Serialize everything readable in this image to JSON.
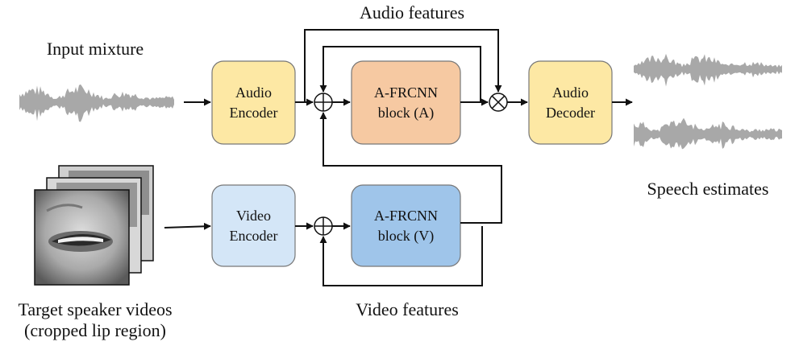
{
  "labels": {
    "input_mixture": "Input mixture",
    "audio_features": "Audio features",
    "video_features": "Video features",
    "speech_estimates": "Speech estimates",
    "target_videos_line1": "Target speaker videos",
    "target_videos_line2": "(cropped lip region)"
  },
  "blocks": {
    "audio_encoder": {
      "line1": "Audio",
      "line2": "Encoder",
      "fill": "#fde8a4"
    },
    "afrcnn_a": {
      "line1": "A-FRCNN",
      "line2": "block (A)",
      "fill": "#f6c9a2"
    },
    "audio_decoder": {
      "line1": "Audio",
      "line2": "Decoder",
      "fill": "#fde8a4"
    },
    "video_encoder": {
      "line1": "Video",
      "line2": "Encoder",
      "fill": "#d4e6f7"
    },
    "afrcnn_v": {
      "line1": "A-FRCNN",
      "line2": "block (V)",
      "fill": "#9fc5ea"
    }
  },
  "icons": [
    "sum-icon",
    "multiply-icon",
    "waveform-icon",
    "lip-video-frames-icon"
  ]
}
